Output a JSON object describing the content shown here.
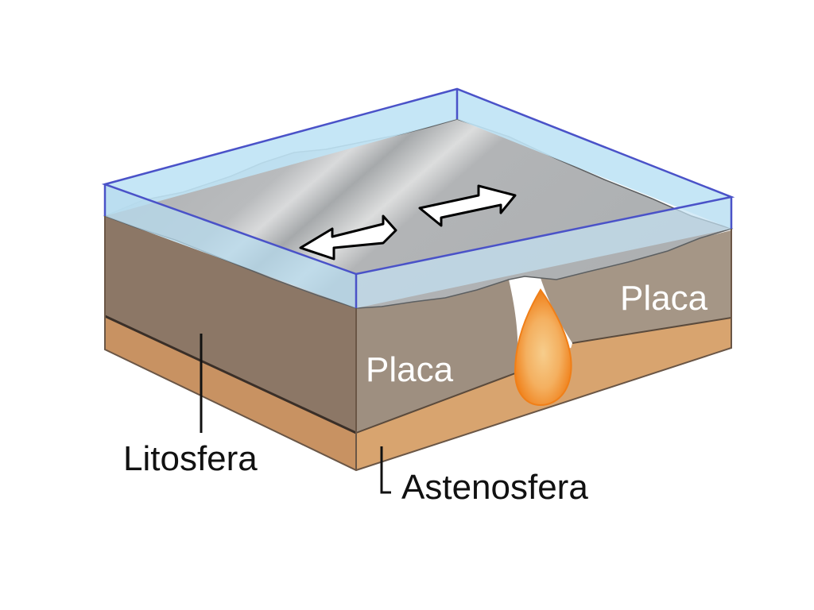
{
  "labels": {
    "plate_right": "Placa",
    "plate_left": "Placa",
    "lithosphere": "Litosfera",
    "asthenosphere": "Astenosfera"
  },
  "colors": {
    "water": "#bfe3f5",
    "water_edge": "#4a52c8",
    "seafloor": "#b3b6b8",
    "lithosphere_front": "#8c7766",
    "lithosphere_side": "#a0907f",
    "asthenosphere": "#d09a68",
    "magma_outer": "#f28a1c",
    "magma_inner": "#f6c884"
  },
  "icons": [
    "divergence-arrow-left-icon",
    "divergence-arrow-right-icon",
    "magma-plume-icon"
  ]
}
